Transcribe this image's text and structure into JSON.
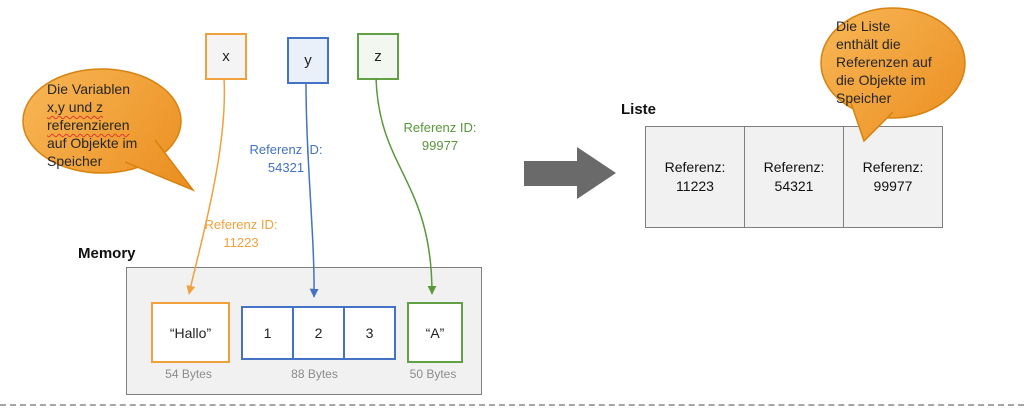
{
  "colors": {
    "orange": "#F0A13C",
    "blue": "#4472C4",
    "green": "#59973B",
    "bubble_fill_light": "#F8B757",
    "bubble_fill_dark": "#EA8D1E",
    "bubble_border": "#D8820F",
    "container_border": "#7F7F7F",
    "big_arrow_gray": "#6A6A6A",
    "bytes_text_gray": "#8C8C8C"
  },
  "bubble_left": {
    "lines": [
      "Die Variablen",
      "x,y und z",
      "referenzieren",
      "auf Objekte im",
      "Speicher"
    ]
  },
  "bubble_right": {
    "lines": [
      "Die Liste",
      "enthält die",
      "Referenzen auf",
      "die Objekte im",
      "Speicher"
    ]
  },
  "variables": [
    {
      "name": "x",
      "ref_label": "Referenz ID:",
      "ref_id": "11223"
    },
    {
      "name": "y",
      "ref_label": "Referenz ID:",
      "ref_id": "54321"
    },
    {
      "name": "z",
      "ref_label": "Referenz ID:",
      "ref_id": "99977"
    }
  ],
  "memory": {
    "title": "Memory",
    "string_obj": {
      "value": "“Hallo”",
      "size": "54 Bytes"
    },
    "list_obj": {
      "cells": [
        "1",
        "2",
        "3"
      ],
      "size": "88 Bytes"
    },
    "char_obj": {
      "value": "“A”",
      "size": "50 Bytes"
    }
  },
  "liste": {
    "title": "Liste",
    "cells": [
      {
        "label": "Referenz:",
        "id": "11223"
      },
      {
        "label": "Referenz:",
        "id": "54321"
      },
      {
        "label": "Referenz:",
        "id": "99977"
      }
    ]
  }
}
